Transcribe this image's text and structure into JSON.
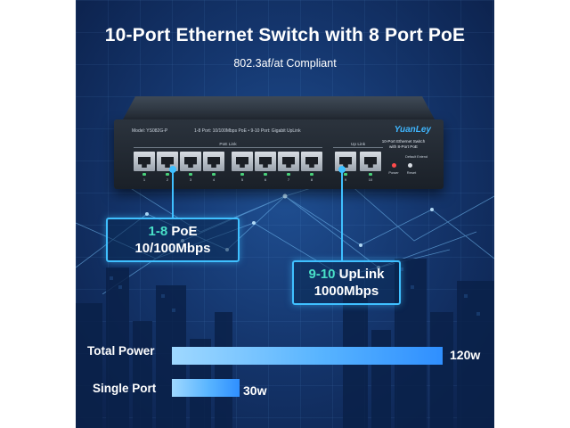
{
  "headline": "10-Port Ethernet Switch with 8 Port PoE",
  "subline": "802.3af/at Compliant",
  "switch": {
    "model": "Model: YS082G-P",
    "port_desc": "1-8 Port: 10/100Mbps PoE  •  9-10 Port: Gigabit UpLink",
    "brand": "YuanLey",
    "info_line1": "10-Port Ethernet Switch",
    "info_line2": "with 8-Port PoE",
    "mode_label": "Default  Extend",
    "group_poe": "PoE Link",
    "group_uplink": "Up Link",
    "port_numbers": [
      "1",
      "2",
      "3",
      "4",
      "5",
      "6",
      "7",
      "8",
      "9",
      "10"
    ],
    "power_label": "Power",
    "reset_label": "Reset"
  },
  "callout_poe": {
    "highlight": "1-8",
    "text": " PoE",
    "speed": "10/100Mbps"
  },
  "callout_uplink": {
    "highlight": "9-10",
    "text": " UpLink",
    "speed": "1000Mbps"
  },
  "power": {
    "total": {
      "label": "Total Power",
      "value": "120w",
      "watts": 120
    },
    "single": {
      "label": "Single Port",
      "value": "30w",
      "watts": 30
    },
    "max_watts": 120
  },
  "colors": {
    "accent": "#3fc0ff",
    "highlight": "#49e0c8",
    "background": "#15376f"
  }
}
